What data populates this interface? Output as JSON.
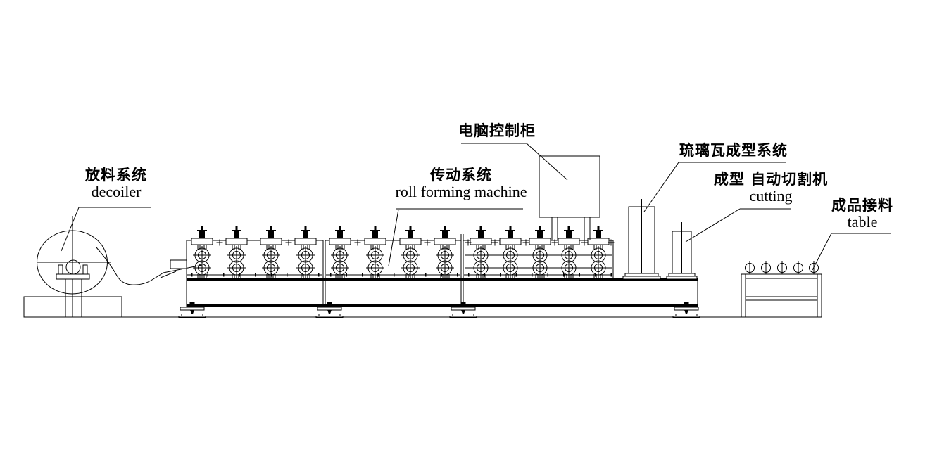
{
  "page": {
    "background": "#ffffff",
    "line_color": "#000000"
  },
  "labels": {
    "decoiler": {
      "zh": "放料系统",
      "en": "decoiler"
    },
    "roll_forming_machine": {
      "zh": "传动系统",
      "en": "roll forming machine"
    },
    "computer_control_cabinet": {
      "zh": "电脑控制柜"
    },
    "glazed_tile_forming_system": {
      "zh": "琉璃瓦成型系统"
    },
    "auto_cutting_machine": {
      "zh": "成型 自动切割机",
      "en": "cutting"
    },
    "product_receiving_table": {
      "zh": "成品接料",
      "en": "table"
    }
  },
  "machine": {
    "sections": 3,
    "roller_stations_per_section": [
      4,
      4,
      5
    ],
    "rollers_per_station": 2,
    "table_rollers": 5,
    "support_feet": 4,
    "vertical_columns": 2
  }
}
